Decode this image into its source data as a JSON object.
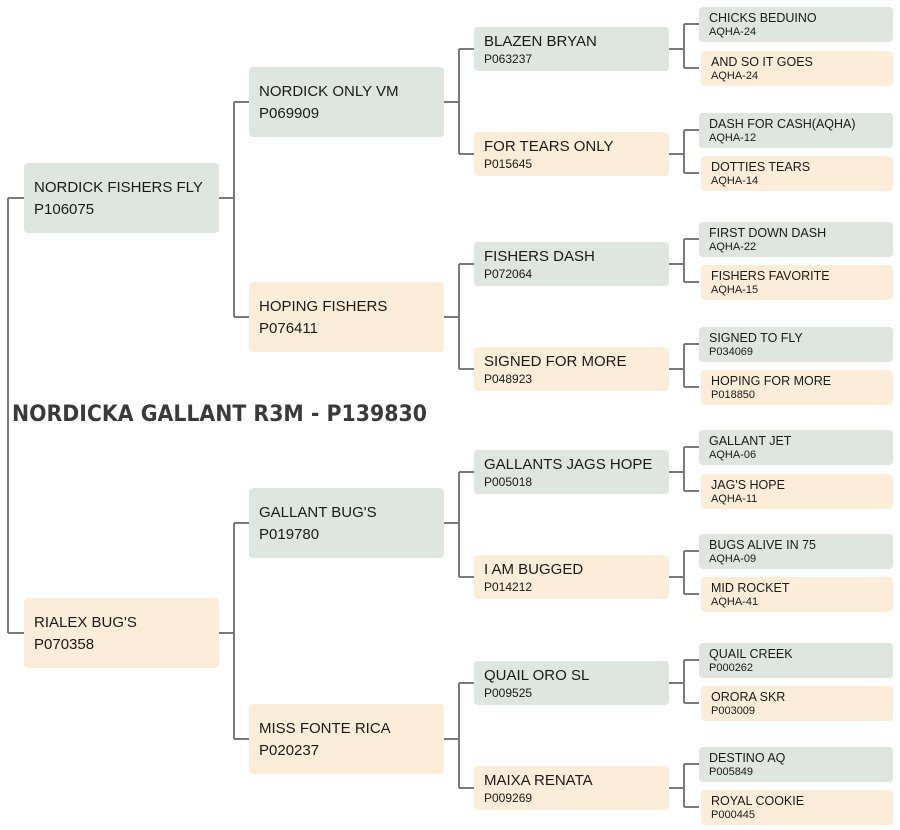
{
  "subject": "NORDICKA GALLANT R3M - P139830",
  "sire": {
    "name": "NORDICK FISHERS FLY",
    "reg": "P106075",
    "sire": {
      "name": "NORDICK ONLY VM",
      "reg": "P069909",
      "sire": {
        "name": "BLAZEN BRYAN",
        "reg": "P063237",
        "sire": {
          "name": "CHICKS BEDUINO",
          "reg": "AQHA-24"
        },
        "dam": {
          "name": "AND SO IT GOES",
          "reg": "AQHA-24"
        }
      },
      "dam": {
        "name": "FOR TEARS ONLY",
        "reg": "P015645",
        "sire": {
          "name": "DASH FOR CASH(AQHA)",
          "reg": "AQHA-12"
        },
        "dam": {
          "name": "DOTTIES TEARS",
          "reg": "AQHA-14"
        }
      }
    },
    "dam": {
      "name": "HOPING FISHERS",
      "reg": "P076411",
      "sire": {
        "name": "FISHERS DASH",
        "reg": "P072064",
        "sire": {
          "name": "FIRST DOWN DASH",
          "reg": "AQHA-22"
        },
        "dam": {
          "name": "FISHERS FAVORITE",
          "reg": "AQHA-15"
        }
      },
      "dam": {
        "name": "SIGNED FOR MORE",
        "reg": "P048923",
        "sire": {
          "name": "SIGNED TO FLY",
          "reg": "P034069"
        },
        "dam": {
          "name": "HOPING FOR MORE",
          "reg": "P018850"
        }
      }
    }
  },
  "dam": {
    "name": "RIALEX BUG'S",
    "reg": "P070358",
    "sire": {
      "name": "GALLANT BUG'S",
      "reg": "P019780",
      "sire": {
        "name": "GALLANTS JAGS HOPE",
        "reg": "P005018",
        "sire": {
          "name": "GALLANT JET",
          "reg": "AQHA-06"
        },
        "dam": {
          "name": "JAG'S HOPE",
          "reg": "AQHA-11"
        }
      },
      "dam": {
        "name": "I AM BUGGED",
        "reg": "P014212",
        "sire": {
          "name": "BUGS ALIVE IN 75",
          "reg": "AQHA-09"
        },
        "dam": {
          "name": "MID ROCKET",
          "reg": "AQHA-41"
        }
      }
    },
    "dam": {
      "name": "MISS FONTE RICA",
      "reg": "P020237",
      "sire": {
        "name": "QUAIL ORO SL",
        "reg": "P009525",
        "sire": {
          "name": "QUAIL CREEK",
          "reg": "P000262"
        },
        "dam": {
          "name": "ORORA SKR",
          "reg": "P003009"
        }
      },
      "dam": {
        "name": "MAIXA RENATA",
        "reg": "P009269",
        "sire": {
          "name": "DESTINO AQ",
          "reg": "P005849"
        },
        "dam": {
          "name": "ROYAL COOKIE",
          "reg": "P000445"
        }
      }
    }
  },
  "colors": {
    "sire_box": "#dfe6e0",
    "dam_box": "#fcedd8",
    "connector": "#7a7a7a"
  }
}
